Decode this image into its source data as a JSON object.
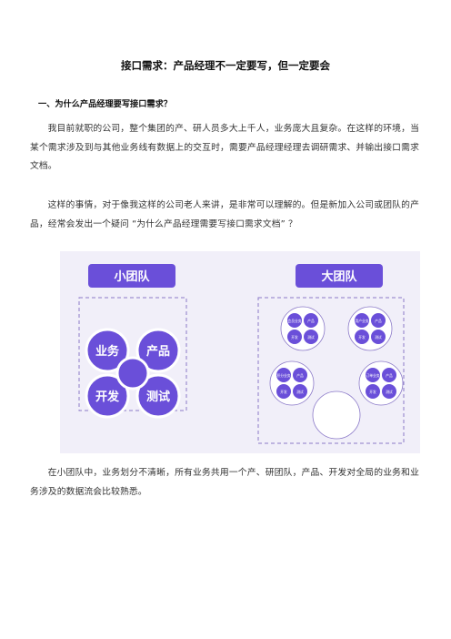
{
  "document": {
    "title": "接口需求：产品经理不一定要写，但一定要会",
    "section_heading": "一、为什么产品经理要写接口需求？",
    "paragraphs": [
      "我目前就职的公司，整个集团的产、研人员多大上千人，业务庞大且复杂。在这样的环境，当某个需求涉及到与其他业务线有数据上的交互时，需要产品经理经理去调研需求、并输出接口需求文档。",
      "这样的事情，对于像我这样的公司老人来讲，是非常可以理解的。但是新加入公司或团队的产品，经常会发出一个疑问 “为什么产品经理需要写接口需求文档” ？",
      "在小团队中，业务划分不清晰，所有业务共用一个产、研团队，产品、开发对全局的业务和业务涉及的数据流会比较熟悉。"
    ]
  },
  "figure": {
    "small_team": {
      "title": "小团队",
      "circles": [
        "业务",
        "产品",
        "开发",
        "测试"
      ]
    },
    "big_team": {
      "title": "大团队",
      "groups": [
        {
          "labels": [
            "会员业务",
            "产品",
            "开发",
            "测试"
          ]
        },
        {
          "labels": [
            "用户业务",
            "产品",
            "开发",
            "测试"
          ]
        },
        {
          "labels": [
            "积分业务",
            "产品",
            "开发",
            "测试"
          ]
        },
        {
          "labels": [
            "订单业务",
            "产品",
            "开发",
            "测试"
          ]
        }
      ]
    },
    "colors": {
      "background": "#f1eff9",
      "purple": "#6a4fd9",
      "dash": "#8a78c8"
    }
  }
}
